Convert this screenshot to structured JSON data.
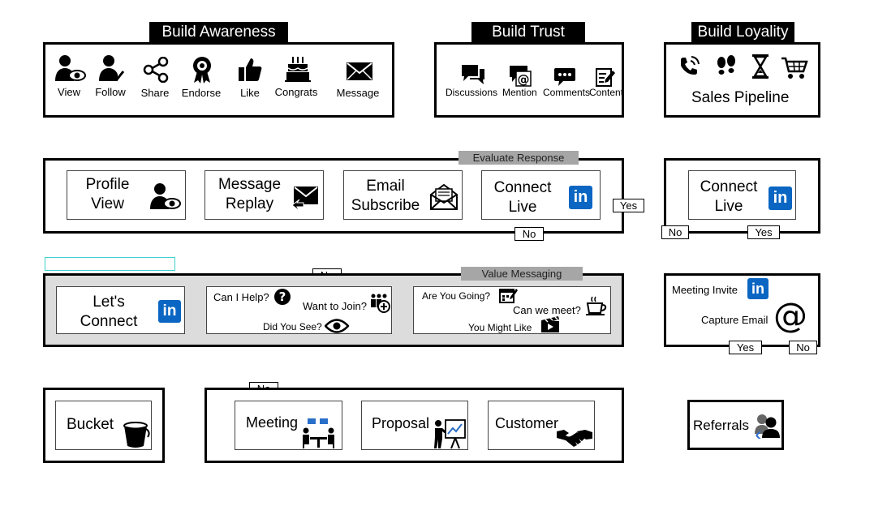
{
  "stages": {
    "awareness": "Build Awareness",
    "trust": "Build Trust",
    "loyalty": "Build Loyality"
  },
  "awareness_items": [
    "View",
    "Follow",
    "Share",
    "Endorse",
    "Like",
    "Congrats",
    "Message"
  ],
  "trust_items": [
    "Discussions",
    "Mention",
    "Comments",
    "Content"
  ],
  "loyalty_caption": "Sales Pipeline",
  "evaluate": {
    "tab": "Evaluate Response",
    "cards": {
      "profile_view": "Profile\nView",
      "message_replay": "Message\nReplay",
      "email_subscribe": "Email\nSubscribe",
      "connect_live": "Connect\nLive"
    }
  },
  "connect_live_right": "Connect\nLive",
  "value": {
    "tab": "Value Messaging",
    "lets_connect": "Let's\nConnect",
    "card_a": {
      "can_help": "Can I Help?",
      "want_join": "Want to Join?",
      "did_you_see": "Did You See?"
    },
    "card_b": {
      "are_you_going": "Are You Going?",
      "can_we_meet": "Can we meet?",
      "you_might_like": "You Might Like"
    }
  },
  "meeting_box": {
    "invite": "Meeting Invite",
    "capture": "Capture Email"
  },
  "bottom": {
    "bucket": "Bucket",
    "meeting": "Meeting",
    "proposal": "Proposal",
    "customer": "Customer",
    "referrals": "Referrals"
  },
  "tags": {
    "yes_eval": "Yes",
    "no_eval": "No",
    "no_right": "No",
    "yes_right": "Yes",
    "no_value": "No",
    "yes_meet": "Yes",
    "no_meet": "No",
    "no_bottom": "No"
  },
  "linkedin_mark": "in",
  "at_symbol": "@",
  "colors": {
    "linkedin": "#0a66c2",
    "panel_grey": "#dcdcdc",
    "tab_grey": "#a6a6a6"
  }
}
